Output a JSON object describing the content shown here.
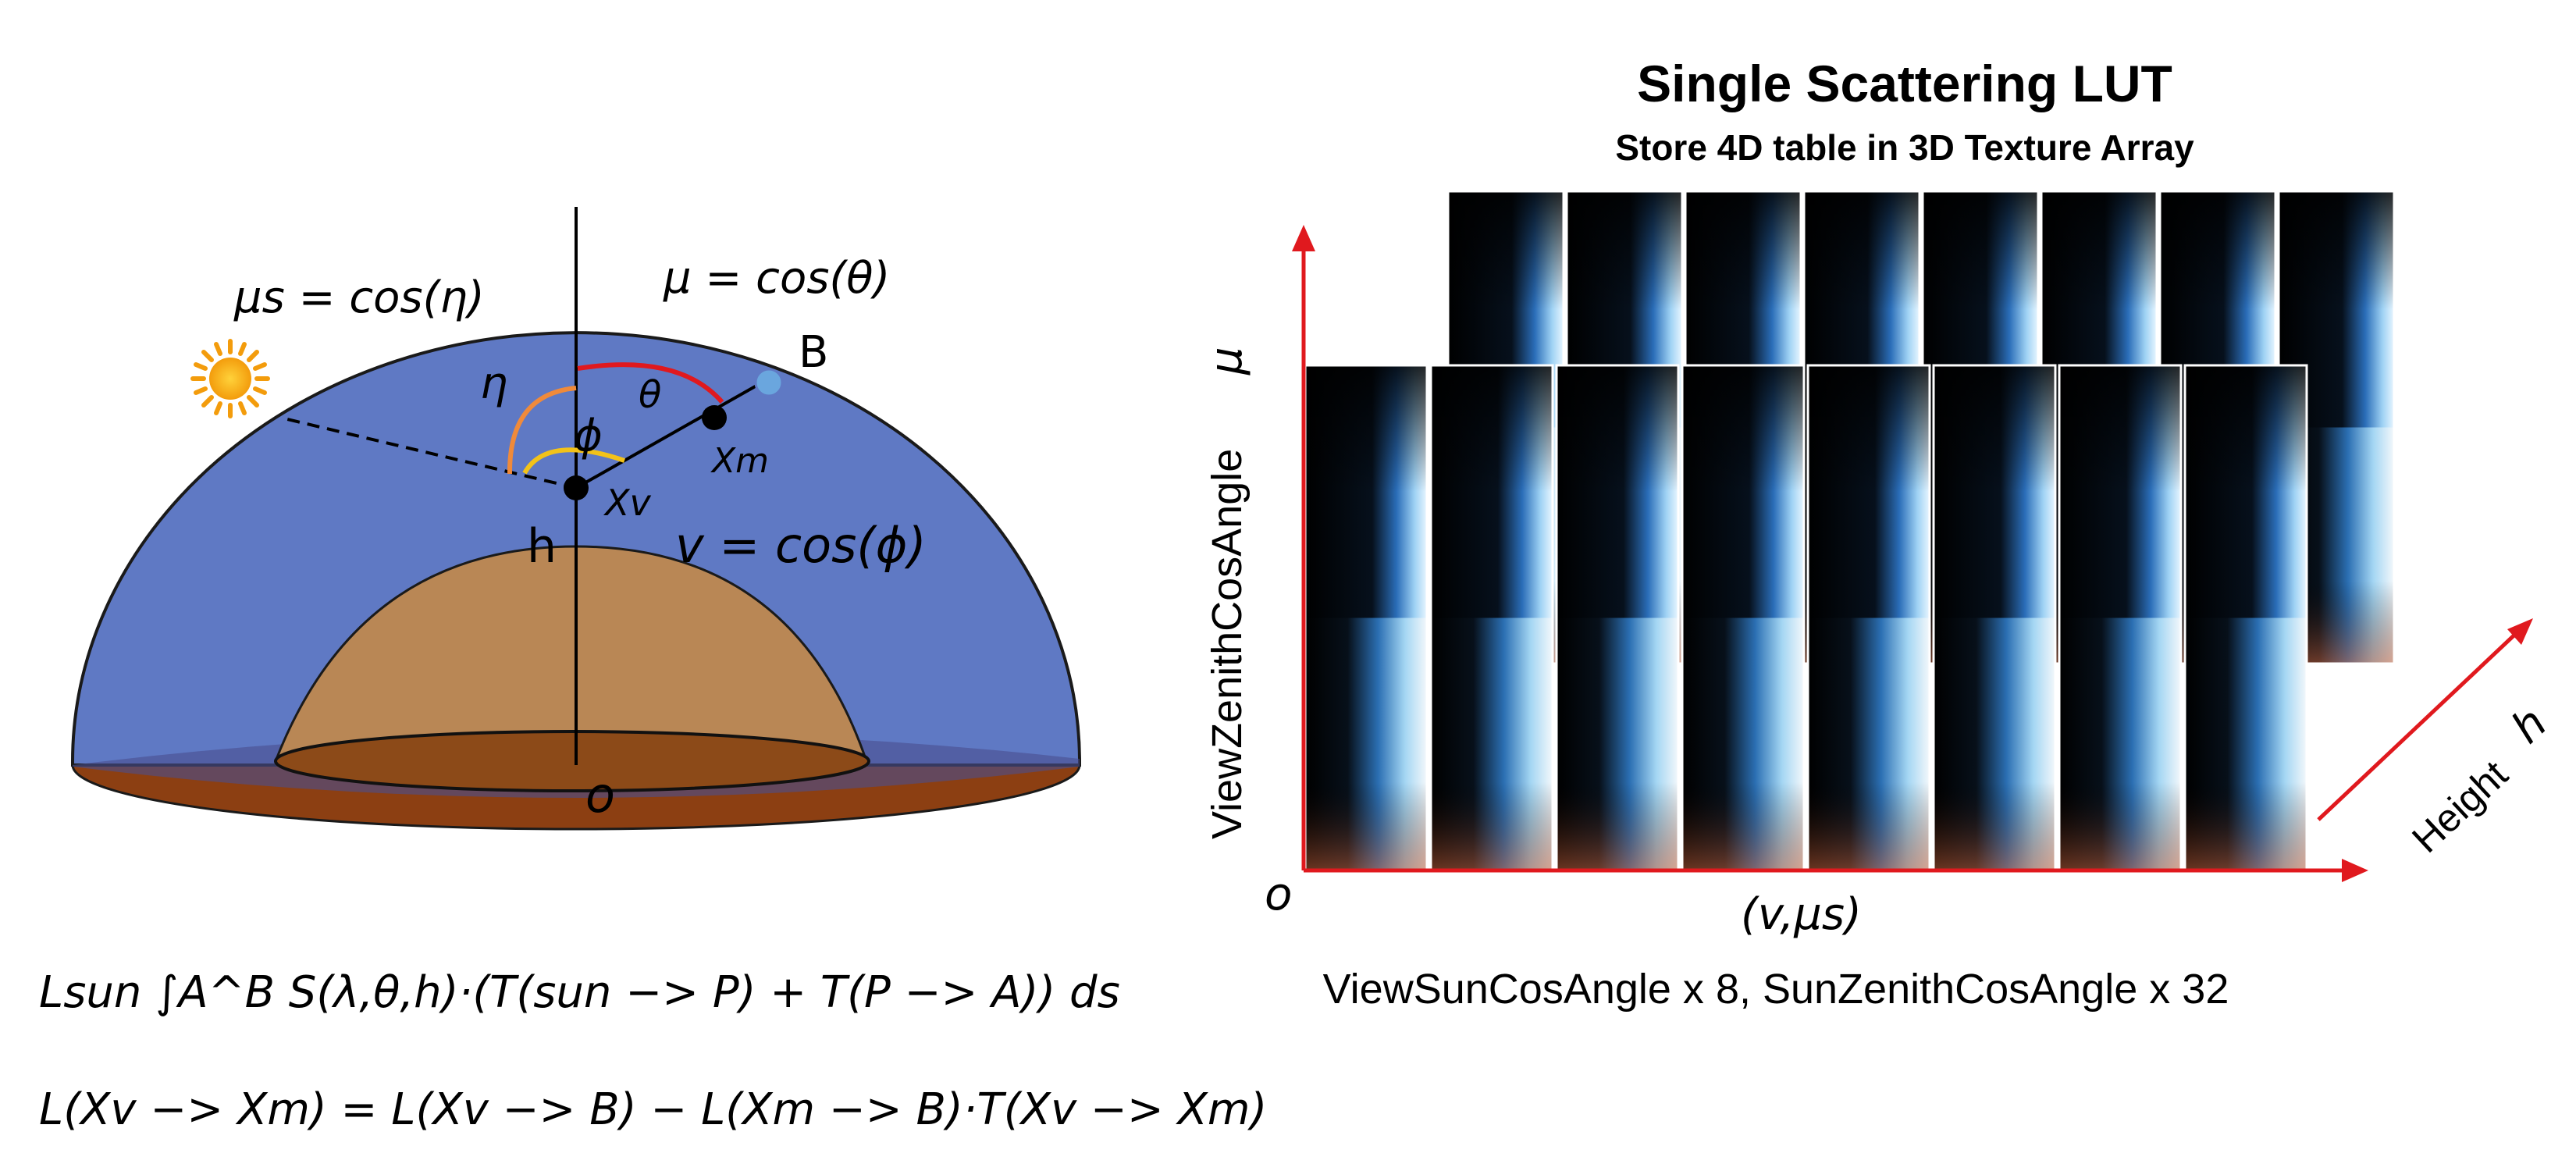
{
  "title": "Single Scattering LUT",
  "subtitle": "Store 4D table in 3D Texture Array",
  "labels": {
    "mu_s": "μs = cos(η)",
    "mu": "μ = cos(θ)",
    "v": "v = cos(ϕ)",
    "B": "B",
    "eta": "η",
    "theta": "θ",
    "phi": "ϕ",
    "xv": "Xv",
    "xm": "Xm",
    "h": "h",
    "o": "o",
    "lut_y_axis": "ViewZenithCosAngle",
    "lut_y_symbol": "μ",
    "lut_origin": "o",
    "lut_x_axis": "(v,μs)",
    "lut_depth_axis": "Height",
    "lut_depth_symbol": "h",
    "lut_caption": "ViewSunCosAngle x 8, SunZenithCosAngle x 32"
  },
  "equations": {
    "eq1": "Lsun ∫A^B S(λ,θ,h)·(T(sun −> P) + T(P −> A)) ds",
    "eq2": "L(Xv −> Xm) = L(Xv −> B) − L(Xm −> B)·T(Xv −> Xm)"
  },
  "colors": {
    "sky": "#5f79c4",
    "earth": "#b98755",
    "ground": "#8c3f12",
    "sun": "#f7b416",
    "axis_red": "#e0191e"
  }
}
